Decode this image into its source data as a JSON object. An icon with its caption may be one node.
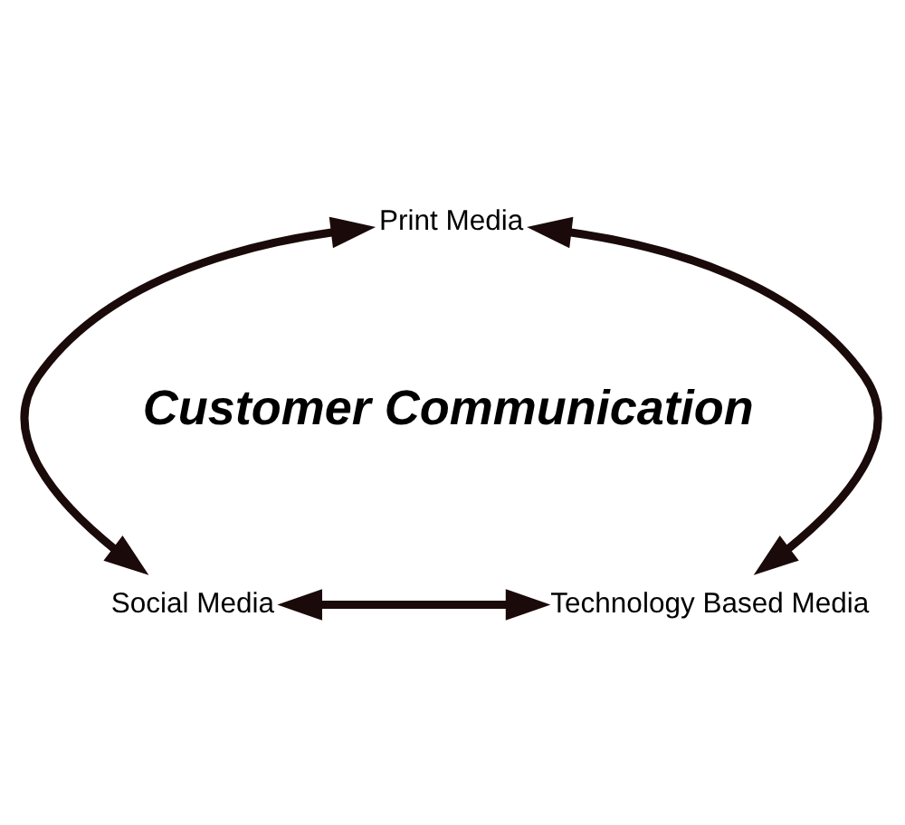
{
  "diagram": {
    "nodes": [
      {
        "text": [
          "Print Media"
        ]
      },
      {
        "text": [
          "Social Media"
        ]
      },
      {
        "text": [
          "Technology Based Media"
        ]
      }
    ],
    "edges": [
      {
        "from": 0,
        "to": 1,
        "arrow": "both"
      },
      {
        "from": 0,
        "to": 2,
        "arrow": "both"
      },
      {
        "from": 1,
        "to": 2,
        "arrow": "both"
      }
    ],
    "labels": [
      "Customer Communication"
    ]
  }
}
